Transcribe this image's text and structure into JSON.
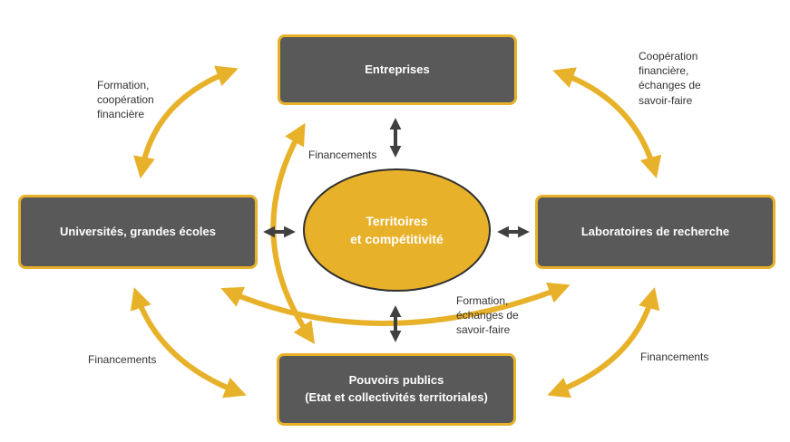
{
  "nodes": {
    "entreprises": "Entreprises",
    "universites": "Universités, grandes écoles",
    "laboratoires": "Laboratoires de recherche",
    "pouvoirs_line1": "Pouvoirs publics",
    "pouvoirs_line2": "(Etat et collectivités territoriales)"
  },
  "center": {
    "line1": "Territoires",
    "line2": "et compétitivité"
  },
  "labels": {
    "formation_coop": [
      "Formation,",
      "coopération",
      "financière"
    ],
    "coop_fin": [
      "Coopération",
      "financière,",
      "échanges de",
      "savoir-faire"
    ],
    "fin_top": "Financements",
    "formation_echanges": [
      "Formation,",
      "échanges de",
      "savoir-faire"
    ],
    "fin_left": "Financements",
    "fin_right": "Financements"
  },
  "colors": {
    "accent": "#e8b12a",
    "box": "#595959",
    "dark_arrow": "#404040",
    "text": "#333333"
  }
}
